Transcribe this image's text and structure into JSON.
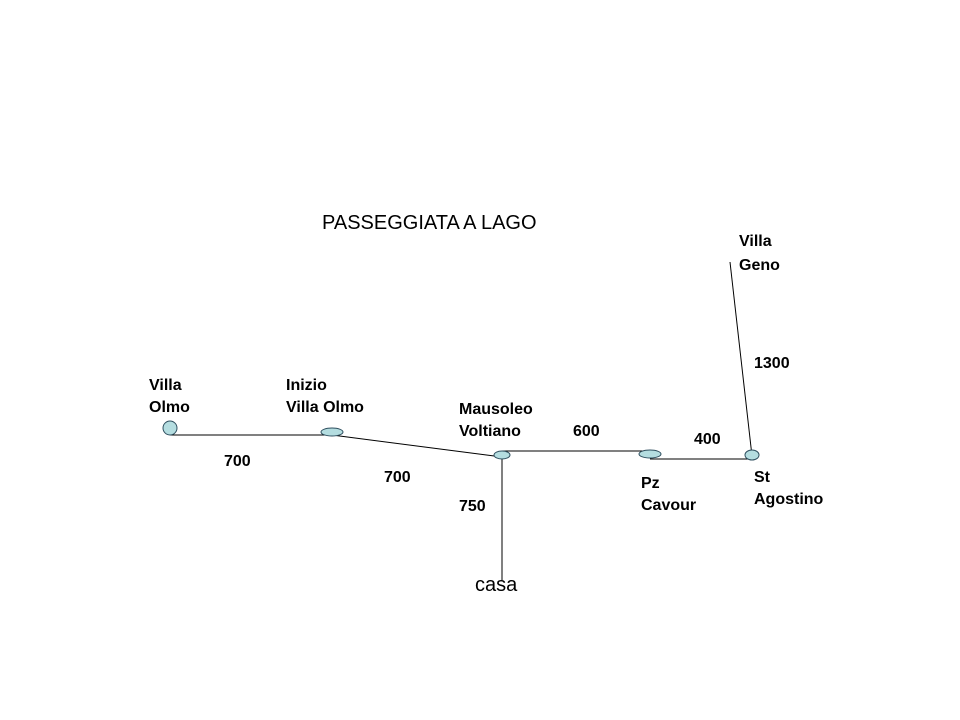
{
  "title": "PASSEGGIATA A LAGO",
  "colors": {
    "node_fill": "#b4dde0",
    "line": "#000000"
  },
  "nodes": {
    "villa_olmo": [
      "Villa",
      "Olmo"
    ],
    "inizio_villa_olmo": [
      "Inizio",
      "Villa Olmo"
    ],
    "mausoleo_voltiano": [
      "Mausoleo",
      "Voltiano"
    ],
    "pz_cavour": [
      "Pz",
      "Cavour"
    ],
    "st_agostino": [
      "St",
      "Agostino"
    ],
    "villa_geno": [
      "Villa",
      "Geno"
    ],
    "casa": "casa"
  },
  "distances": {
    "villa_olmo_to_inizio": "700",
    "inizio_to_mausoleo": "700",
    "mausoleo_to_casa": "750",
    "mausoleo_to_pz_cavour": "600",
    "pz_cavour_to_st_agostino": "400",
    "st_agostino_to_villa_geno": "1300"
  }
}
